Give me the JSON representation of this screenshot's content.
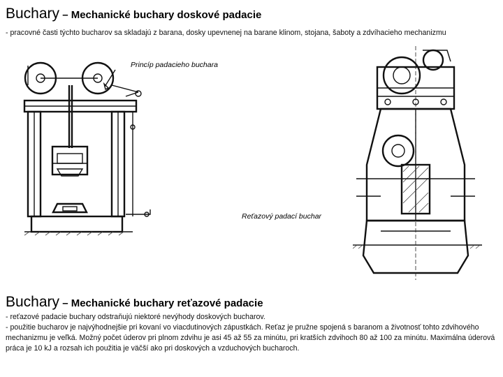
{
  "slide1": {
    "title_big": "Buchary",
    "title_small": " – Mechanické buchary doskové padacie",
    "description": "- pracovné časti týchto bucharov sa skladajú z barana, dosky upevnenej na barane klinom, stojana, šaboty a zdvíhacieho mechanizmu",
    "caption_left": "Princíp padacieho buchara",
    "caption_right": "Reťazový padací  buchar"
  },
  "slide2": {
    "title_big": "Buchary",
    "title_small": " – Mechanické buchary reťazové padacie",
    "lines": [
      "- reťazové padacie buchary odstraňujú niektoré nevýhody doskových bucharov.",
      "- použitie bucharov je najvýhodnejšie pri kovaní vo viacdutinových zápustkách. Reťaz je pružne spojená s baranom a životnosť tohto zdvihového mechanizmu je veľká. Možný počet úderov pri plnom zdvihu je asi 45 až 55 za minútu, pri kratších zdvihoch 80 až 100 za minútu. Maximálna úderová práca je 10 kJ a rozsah ich použitia je väčší ako pri doskových a vzduchových bucharoch."
    ]
  }
}
